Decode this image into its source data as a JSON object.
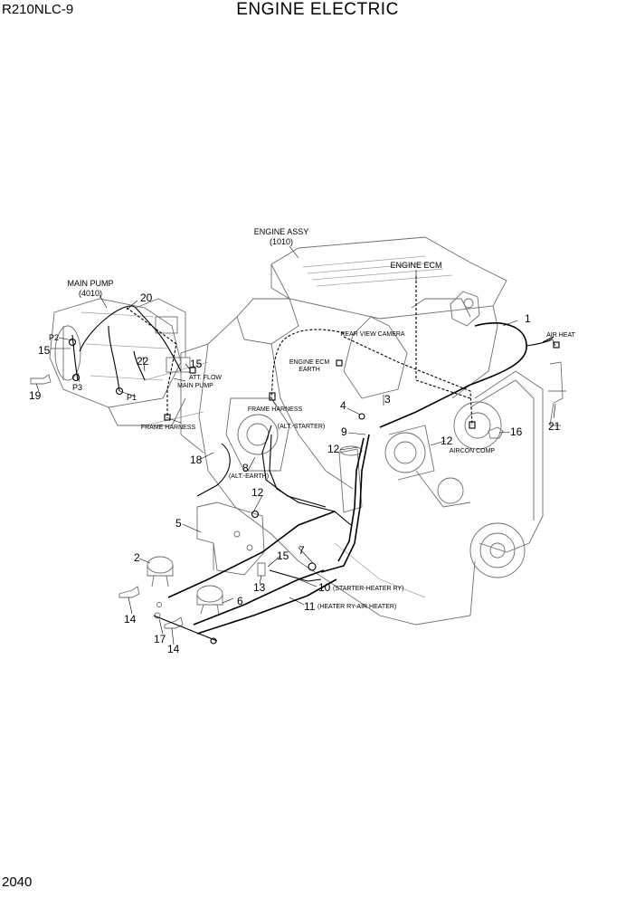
{
  "header": {
    "model": "R210NLC-9",
    "title": "ENGINE ELECTRIC"
  },
  "footer": {
    "page_number": "2040"
  },
  "assemblies": {
    "engine_assy": "ENGINE ASSY",
    "engine_assy_ref": "(1010)",
    "main_pump": "MAIN PUMP",
    "main_pump_ref": "(4010)",
    "engine_ecm": "ENGINE ECM"
  },
  "callouts": {
    "n1": "1",
    "n2": "2",
    "n3": "3",
    "n4": "4",
    "n5": "5",
    "n6": "6",
    "n7": "7",
    "n8": "8",
    "n9": "9",
    "n10": "10",
    "n11": "11",
    "n12a": "12",
    "n12b": "12",
    "n12c": "12",
    "n13": "13",
    "n14a": "14",
    "n14b": "14",
    "n15a": "15",
    "n15b": "15",
    "n15c": "15",
    "n16": "16",
    "n17": "17",
    "n18": "18",
    "n19": "19",
    "n20": "20",
    "n21": "21",
    "n22": "22",
    "p1": "P1",
    "p2": "P2",
    "p3": "P3"
  },
  "notes": {
    "air_heat": "AIR HEAT",
    "rear_view_camera": "REAR VIEW CAMERA",
    "engine_ecm_earth_1": "ENGINE ECM",
    "engine_ecm_earth_2": "EARTH",
    "frame_harness_a": "FRAME HARNESS",
    "frame_harness_b": "FRAME HARNESS",
    "alt_starter": "(ALT.-STARTER)",
    "alt_earth": "(ALT.-EARTH)",
    "att_flow": "ATT. FLOW",
    "main_pump_note": "MAIN PUMP",
    "aircon_comp": "AIRCON COMP",
    "starter_heater_ry": "(STARTER-HEATER RY)",
    "heater_ry_air_heater": "(HEATER RY-AIR HEATER)"
  }
}
